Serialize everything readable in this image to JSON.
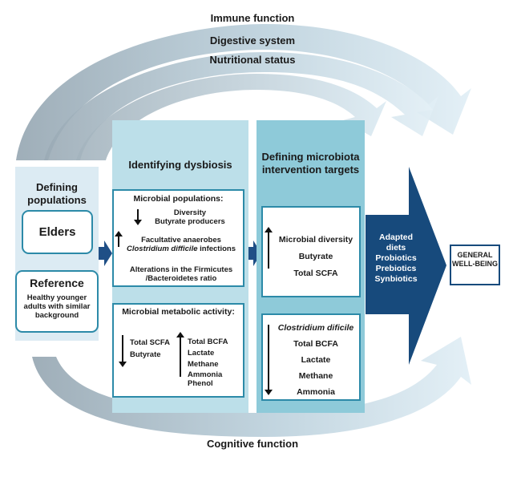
{
  "arcs": {
    "immune": "Immune function",
    "digestive": "Digestive system",
    "nutritional": "Nutritional status",
    "cognitive": "Cognitive function"
  },
  "populations": {
    "title": "Defining populations",
    "elders": "Elders",
    "reference": "Reference",
    "reference_desc": "Healthy younger adults with similar background"
  },
  "dysbiosis": {
    "title": "Identifying dysbiosis",
    "microbial_populations": {
      "heading": "Microbial populations:",
      "down_items": [
        "Diversity",
        "Butyrate producers"
      ],
      "up_line1": "Facultative anaerobes",
      "up_line2_italic": "Clostridium difficile",
      "up_line2_rest": " infections",
      "alterations": "Alterations in the Firmicutes /Bacteroidetes ratio"
    },
    "metabolic": {
      "heading": "Microbial metabolic activity:",
      "down_items": [
        "Total SCFA",
        "Butyrate"
      ],
      "up_items": [
        "Total BCFA",
        "Lactate",
        "Methane",
        "Ammonia",
        "Phenol"
      ]
    }
  },
  "targets": {
    "title": "Defining microbiota intervention targets",
    "increase_items": [
      "Microbial diversity",
      "Butyrate",
      "Total SCFA"
    ],
    "decrease_italic": "Clostridium dificile",
    "decrease_items": [
      "Total BCFA",
      "Lactate",
      "Methane",
      "Ammonia"
    ]
  },
  "interventions": [
    "Adapted diets",
    "Probiotics",
    "Prebiotics",
    "Synbiotics"
  ],
  "outcome": "GENERAL WELL-BEING",
  "colors": {
    "pop_column": "#dcebf3",
    "dys_column": "#bcdfe9",
    "target_column": "#8ecad9",
    "box_border": "#2c8aa8",
    "navy": "#174a7c",
    "arc_dark": "#a9b8c2",
    "arc_light": "#d7e8f1"
  }
}
